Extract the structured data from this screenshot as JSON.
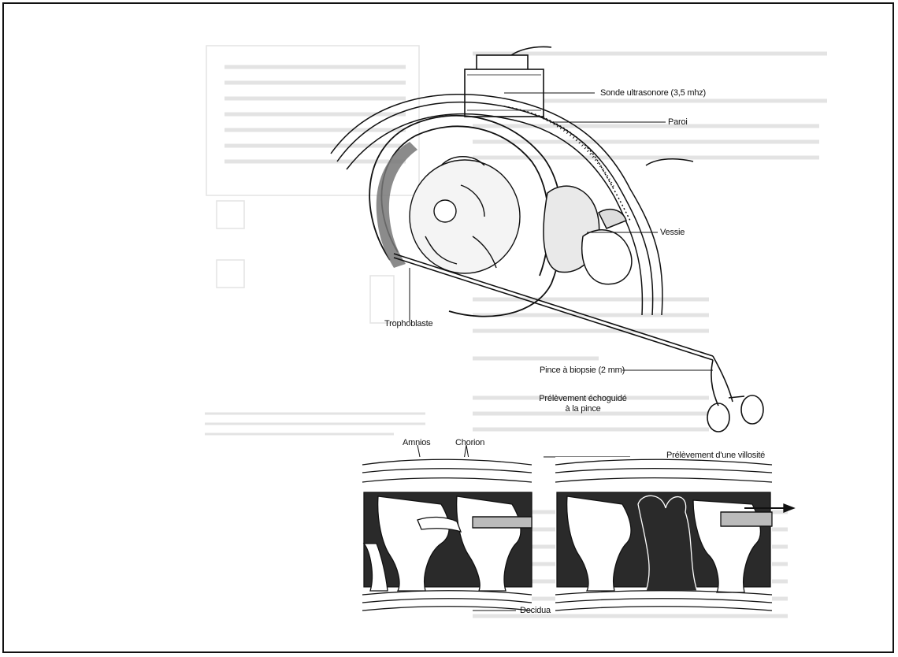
{
  "figure": {
    "labels": {
      "sonde": "Sonde ultrasonore (3,5 mhz)",
      "paroi": "Paroi",
      "vessie": "Vessie",
      "trophoblaste": "Trophoblaste",
      "pince": "Pince à biopsie (2 mm)",
      "prelevement_echo_line1": "Prélèvement échoguidé",
      "prelevement_echo_line2": "à la pince",
      "amnios": "Amnios",
      "chorion": "Chorion",
      "prelevement_villosite": "Prélèvement d'une villosité",
      "decidua": "Decidua"
    }
  },
  "colors": {
    "ink": "#111111",
    "ghost_text": "#d9d9d9",
    "dark_fill": "#2a2a2a"
  }
}
